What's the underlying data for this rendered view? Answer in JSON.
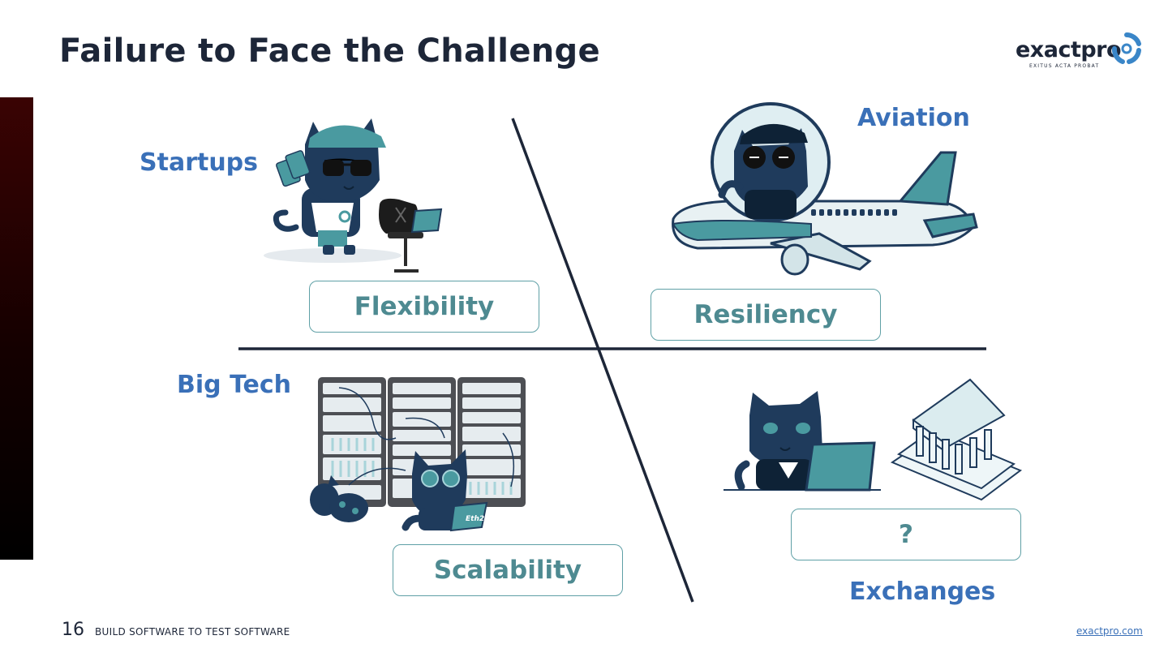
{
  "slide": {
    "title": "Failure to Face the Challenge"
  },
  "logo": {
    "word": "exactpro",
    "tagline": "EXITUS ACTA PROBAT"
  },
  "quadrants": [
    {
      "label": "Startups",
      "quality": "Flexibility"
    },
    {
      "label": "Aviation",
      "quality": "Resiliency"
    },
    {
      "label": "Big Tech",
      "quality": "Scalability"
    },
    {
      "label": "Exchanges",
      "quality": "?"
    }
  ],
  "illustration_text": {
    "laptop_sticker": "Eth2"
  },
  "footer": {
    "page_number": "16",
    "tagline": "BUILD SOFTWARE TO TEST SOFTWARE",
    "link": "exactpro.com"
  },
  "colors": {
    "title": "#1d2638",
    "label_blue": "#3a70b8",
    "box_border": "#5fa0a6",
    "box_text": "#4e8a91",
    "cat_navy": "#1f3b5c",
    "teal": "#4a9aa0"
  }
}
